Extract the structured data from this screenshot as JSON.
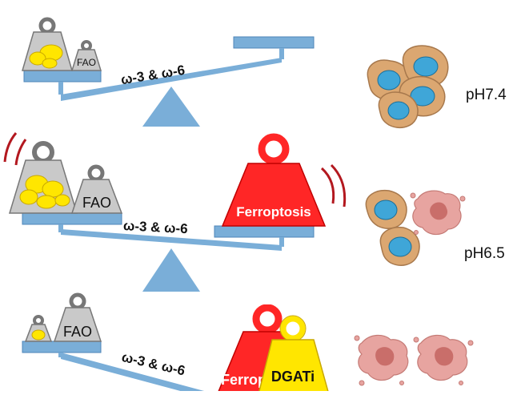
{
  "colors": {
    "beam": "#7aaed8",
    "beam_edge": "#4f86b8",
    "weight_gray": "#c9c9c9",
    "weight_edge": "#777777",
    "lipid": "#ffe600",
    "lipid_edge": "#c9a800",
    "ferroptosis_red": "#ff2626",
    "dgati_yellow": "#ffe600",
    "cell_body": "#dba771",
    "cell_nucleus": "#3fa6d8",
    "dead_cell": "#e7a4a0",
    "dead_core": "#c96e6a",
    "wobble": "#b3181f"
  },
  "panels": [
    {
      "fao_label": "FAO",
      "omega_label": "ω-3 & ω-6",
      "ph_label": "pH7.4"
    },
    {
      "fao_label": "FAO",
      "omega_label": "ω-3 & ω-6",
      "ferroptosis_label": "Ferroptosis",
      "ph_label": "pH6.5"
    },
    {
      "fao_label": "FAO",
      "omega_label": "ω-3 & ω-6",
      "ferroptosis_label": "Ferroptosis",
      "dgati_label": "DGATi"
    }
  ]
}
